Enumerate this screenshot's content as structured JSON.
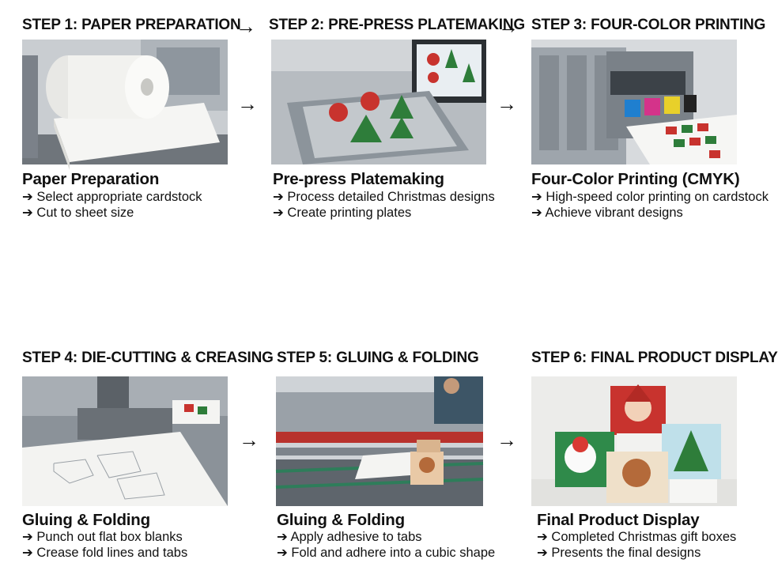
{
  "steps": [
    {
      "title": "STEP 1: PAPER PREPARATION",
      "caption": "Paper Preparation",
      "bullets": [
        "➔ Select appropriate cardstock",
        "➔ Cut to sheet size"
      ],
      "photo_icon": "paper-roll-image"
    },
    {
      "title": "STEP 2: PRE-PRESS PLATEMAKING",
      "caption": "Pre-press Platemaking",
      "bullets": [
        "➔ Process detailed Christmas designs",
        "➔ Create printing plates"
      ],
      "photo_icon": "platemaking-machine-image"
    },
    {
      "title": "STEP 3: FOUR-COLOR PRINTING",
      "caption": "Four-Color Printing (CMYK)",
      "bullets": [
        "➔ High-speed color printing on cardstock",
        "➔ Achieve vibrant designs"
      ],
      "photo_icon": "printing-press-image"
    },
    {
      "title": "STEP 4: DIE-CUTTING & CREASING",
      "caption": "Gluing & Folding",
      "bullets": [
        "➔ Punch out flat box blanks",
        "➔ Crease fold lines and tabs"
      ],
      "photo_icon": "die-cutting-machine-image"
    },
    {
      "title": "STEP 5: GLUING & FOLDING",
      "caption": "Gluing & Folding",
      "bullets": [
        "➔ Apply adhesive to tabs",
        "➔ Fold and adhere into a cubic shape"
      ],
      "photo_icon": "folder-gluer-machine-image"
    },
    {
      "title": "STEP 6: FINAL PRODUCT DISPLAY",
      "caption": "Final Product Display",
      "bullets": [
        "➔ Completed Christmas gift boxes",
        "➔ Presents the final designs"
      ],
      "photo_icon": "christmas-boxes-image"
    }
  ],
  "arrow_glyph": "→",
  "colors": {
    "text": "#111111",
    "background": "#ffffff",
    "metal": "#9aa1a8",
    "paper": "#f4f4f2"
  }
}
